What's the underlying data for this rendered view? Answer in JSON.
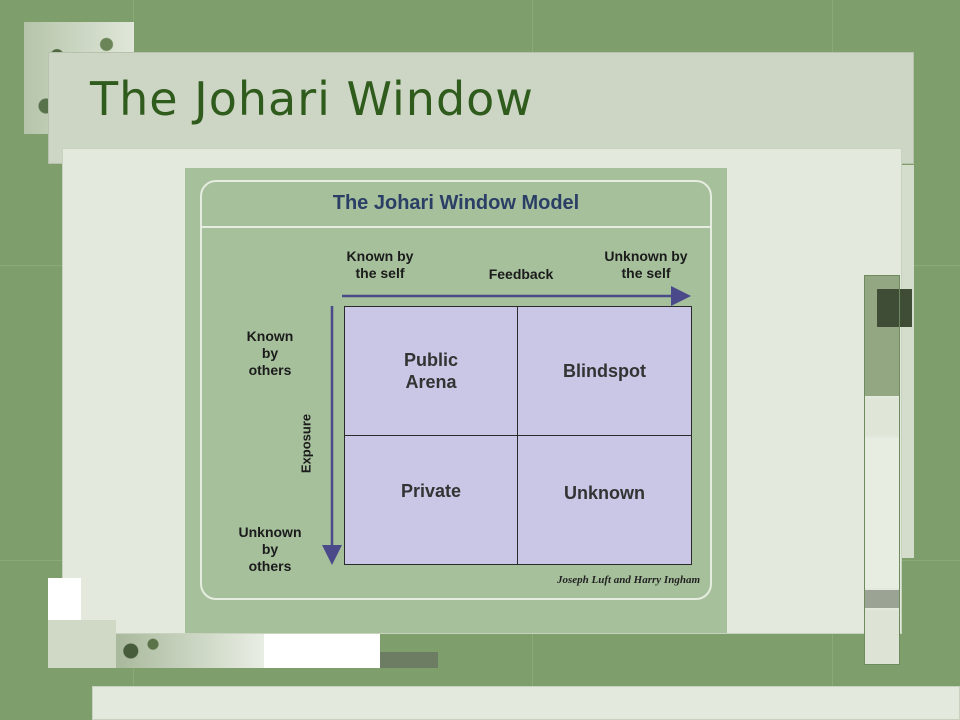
{
  "slide": {
    "title": "The Johari Window"
  },
  "diagram": {
    "model_title": "The Johari Window Model",
    "top_left_label": "Known by\nthe self",
    "top_right_label": "Unknown by\nthe self",
    "horizontal_axis_label": "Feedback",
    "side_top_label": "Known\nby\nothers",
    "side_bottom_label": "Unknown\nby\nothers",
    "vertical_axis_label": "Exposure",
    "quadrants": {
      "top_left": "Public\nArena",
      "top_right": "Blindspot",
      "bottom_left": "Private",
      "bottom_right": "Unknown"
    },
    "credit": "Joseph Luft and Harry Ingham"
  },
  "colors": {
    "background": "#7e9e6c",
    "title_text": "#2f5b1c",
    "quadrant_fill": "#c9c6e6",
    "model_title_text": "#2b3f66",
    "image_bg": "#a6c09c"
  }
}
